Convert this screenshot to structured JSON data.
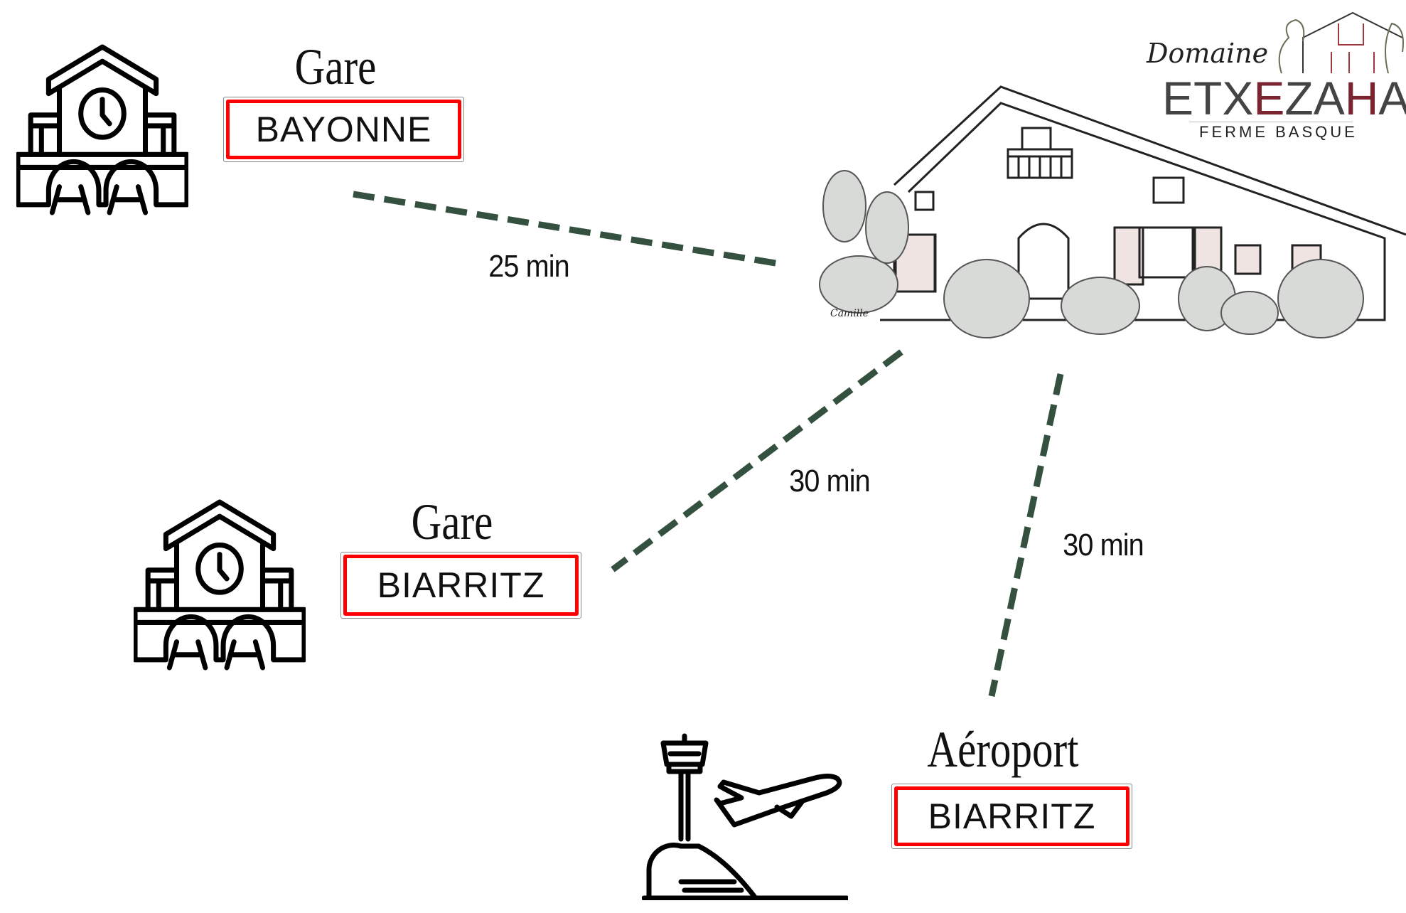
{
  "destinations": [
    {
      "type_label": "Gare",
      "city": "BAYONNE",
      "travel_time": "25 min",
      "icon": "train-station-icon"
    },
    {
      "type_label": "Gare",
      "city": "BIARRITZ",
      "travel_time": "30 min",
      "icon": "train-station-icon"
    },
    {
      "type_label": "Aéroport",
      "city": "BIARRITZ",
      "travel_time": "30 min",
      "icon": "airport-icon"
    }
  ],
  "logo": {
    "script": "Domaine",
    "name": "ETXEZAHAR",
    "name_parts": [
      "ETX",
      "E",
      "ZA",
      "H",
      "AR"
    ],
    "tagline": "FERME BASQUE"
  },
  "house": {
    "signature": "Camille"
  },
  "colors": {
    "route": "#34513f",
    "sign_border": "#ff0000",
    "logo_accent": "#7a2430"
  }
}
